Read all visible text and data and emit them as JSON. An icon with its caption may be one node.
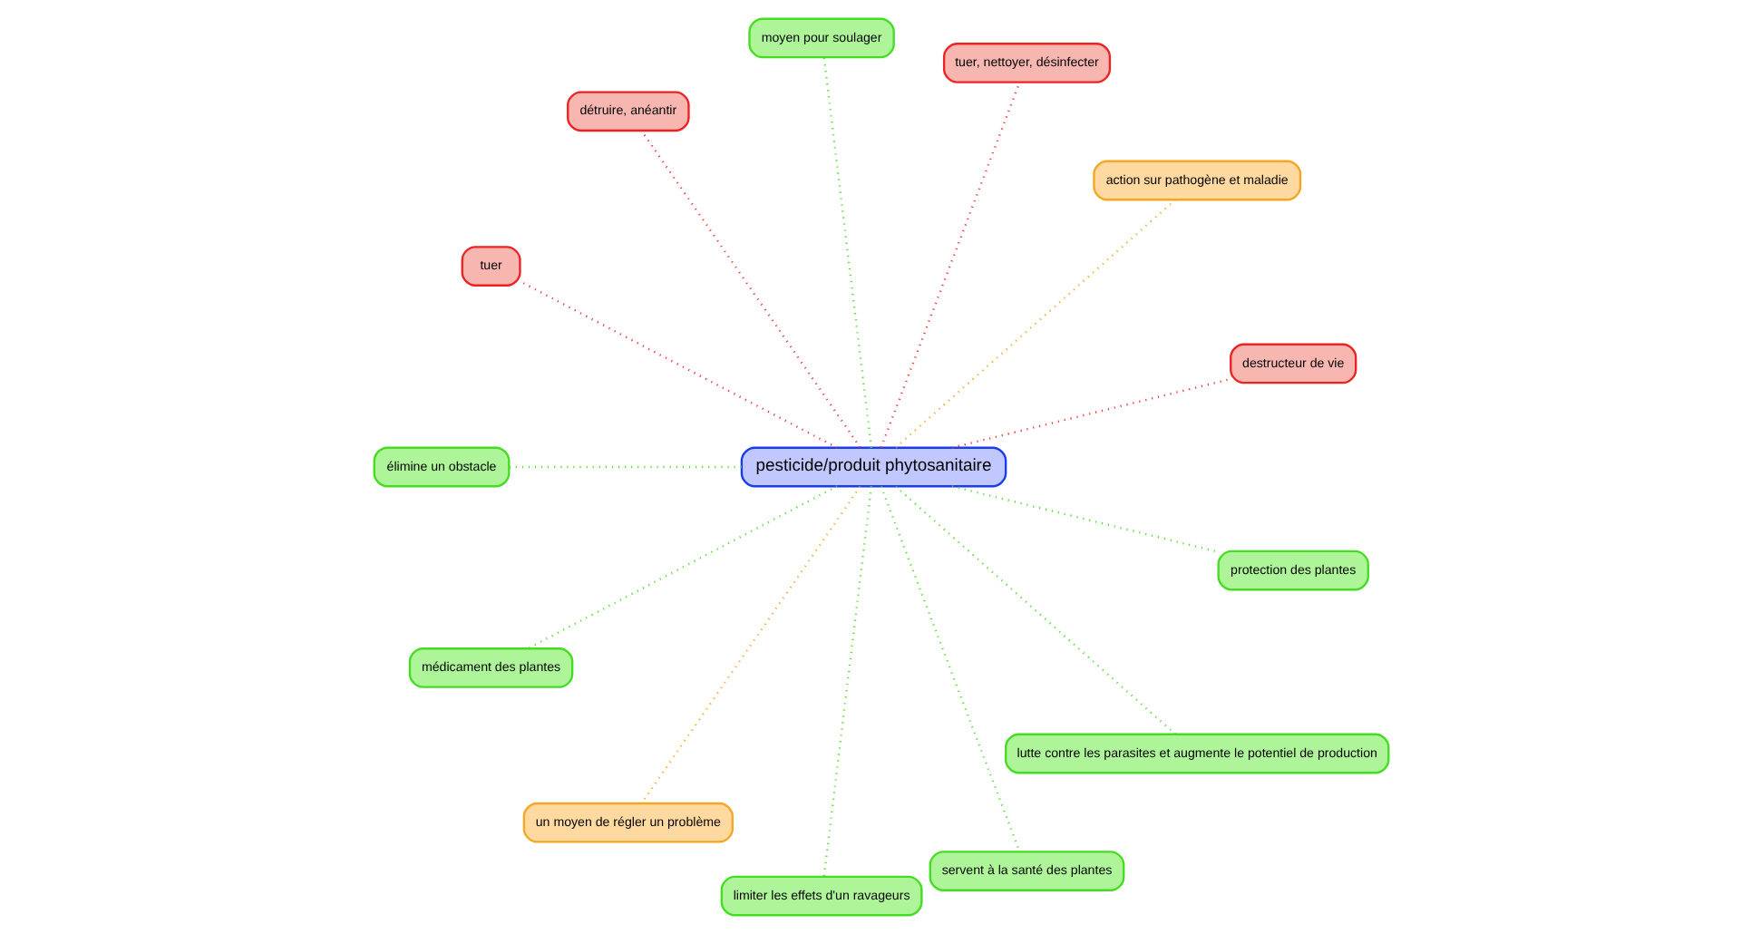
{
  "diagram": {
    "nodes": [
      {
        "text": [
          "pesticide/produit phytosanitaire"
        ]
      },
      {
        "text": [
          "destructeur de vie"
        ]
      },
      {
        "text": [
          "action sur pathogène et maladie"
        ]
      },
      {
        "text": [
          "tuer, nettoyer, désinfecter"
        ]
      },
      {
        "text": [
          "moyen pour soulager"
        ]
      },
      {
        "text": [
          "détruire, anéantir"
        ]
      },
      {
        "text": [
          "tuer"
        ]
      },
      {
        "text": [
          "élimine un obstacle"
        ]
      },
      {
        "text": [
          "médicament des plantes"
        ]
      },
      {
        "text": [
          "un moyen de régler un problème"
        ]
      },
      {
        "text": [
          "limiter les effets d'un ravageurs"
        ]
      },
      {
        "text": [
          "servent à la santé des plantes"
        ]
      },
      {
        "text": [
          "lutte contre les parasites et augmente le potentiel de production"
        ]
      },
      {
        "text": [
          "protection des plantes"
        ]
      }
    ],
    "edges": [
      {
        "from": 0,
        "to": 1,
        "arrow": "none",
        "color": "#ee3333"
      },
      {
        "from": 0,
        "to": 2,
        "arrow": "none",
        "color": "#f5a623"
      },
      {
        "from": 0,
        "to": 3,
        "arrow": "none",
        "color": "#ee3333"
      },
      {
        "from": 0,
        "to": 4,
        "arrow": "none"
      },
      {
        "from": 0,
        "to": 5,
        "arrow": "none",
        "color": "#ee3333"
      },
      {
        "from": 0,
        "to": 6,
        "arrow": "none",
        "color": "#ee3333"
      },
      {
        "from": 0,
        "to": 7,
        "arrow": "none"
      },
      {
        "from": 0,
        "to": 8,
        "arrow": "none"
      },
      {
        "from": 0,
        "to": 9,
        "arrow": "none",
        "color": "#f5a623"
      },
      {
        "from": 0,
        "to": 10,
        "arrow": "none"
      },
      {
        "from": 0,
        "to": 11,
        "arrow": "none"
      },
      {
        "from": 0,
        "to": 12,
        "arrow": "none"
      },
      {
        "from": 0,
        "to": 13,
        "arrow": "none"
      }
    ]
  }
}
